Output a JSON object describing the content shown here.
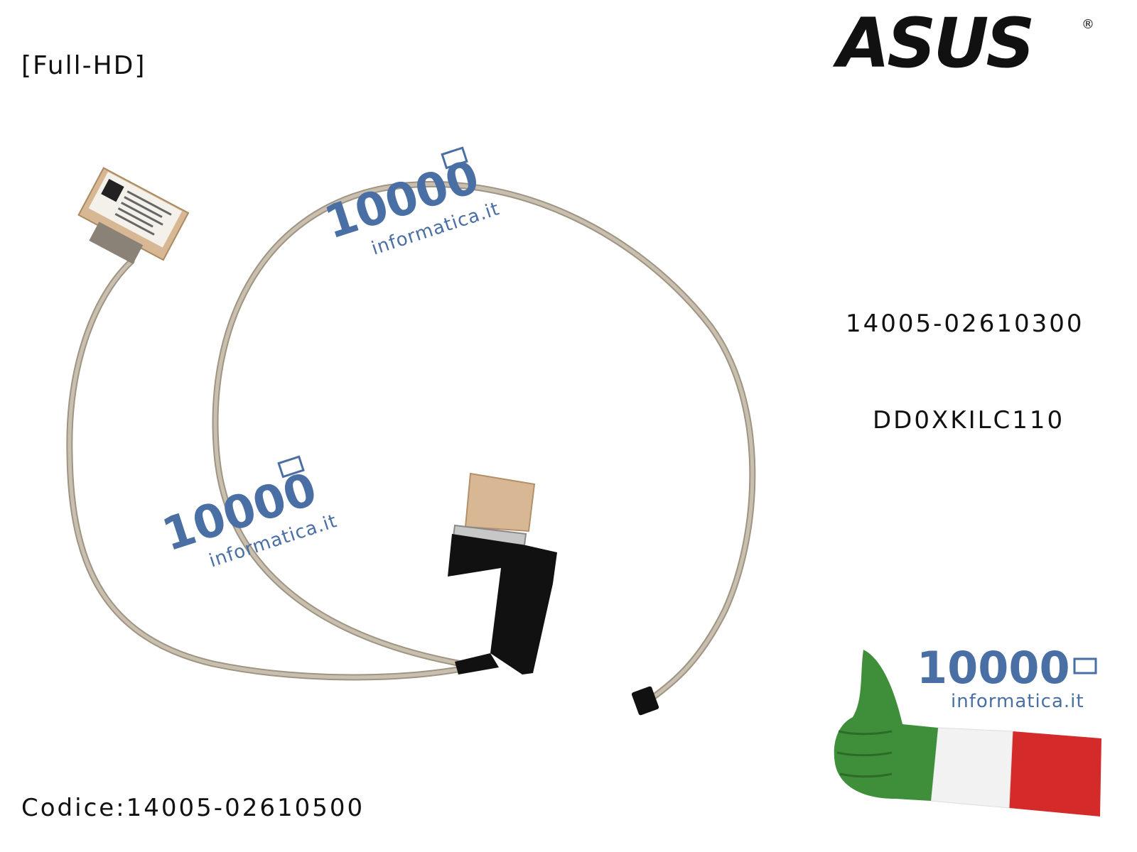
{
  "labels": {
    "variant": "[Full-HD]",
    "part_number_1": "14005-02610300",
    "part_number_2": "DD0XKILC110",
    "code": "Codice:14005-02610500"
  },
  "brand": {
    "logo_text": "ASUS",
    "registered_mark": "®"
  },
  "watermark": {
    "number": "10000",
    "domain": "informatica.it",
    "color": "#4a6fa5"
  },
  "colors": {
    "cable": "#b8ad9c",
    "connector_tape": "#d8b894",
    "connector_black": "#111111",
    "flag_green": "#3f8f3a",
    "flag_white": "#f2f2f2",
    "flag_red": "#d42a2a"
  }
}
